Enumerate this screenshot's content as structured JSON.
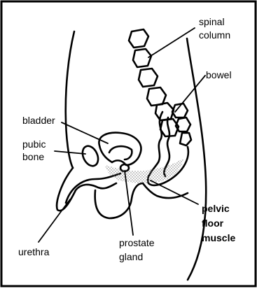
{
  "labels": {
    "spinal_column": [
      "spinal",
      "column"
    ],
    "bowel": "bowel",
    "bladder": "bladder",
    "pubic_bone": [
      "pubic",
      "bone"
    ],
    "urethra": "urethra",
    "prostate_gland": [
      "prostate",
      "gland"
    ],
    "pelvic_floor_muscle": [
      "pelvic",
      "floor",
      "muscle"
    ]
  },
  "colors": {
    "ink": "#000000",
    "background": "#ffffff",
    "stipple": "#777777"
  }
}
